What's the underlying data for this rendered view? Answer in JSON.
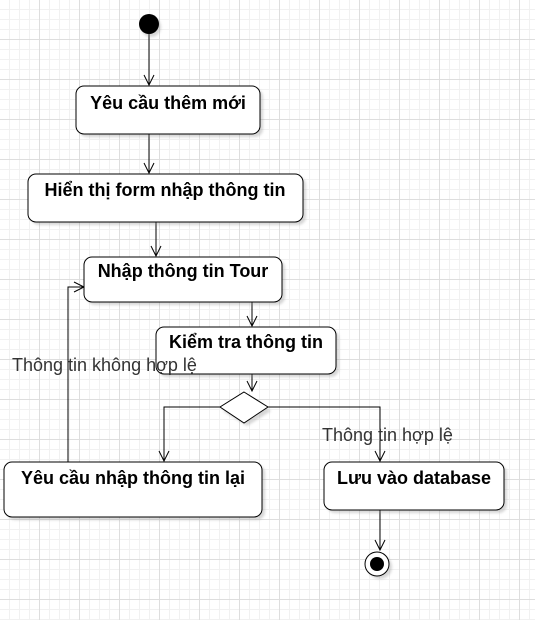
{
  "diagram": {
    "nodes": {
      "request_add": "Yêu cầu thêm mới",
      "show_form": "Hiển thị form nhập thông tin",
      "enter_tour": "Nhập thông tin Tour",
      "check_info": "Kiểm tra thông tin",
      "request_reenter": "Yêu cầu nhập thông tin lại",
      "save_db": "Lưu vào database"
    },
    "edges": {
      "invalid_label": "Thông tin không hợp lệ",
      "valid_label": "Thông tin hợp lệ"
    }
  }
}
